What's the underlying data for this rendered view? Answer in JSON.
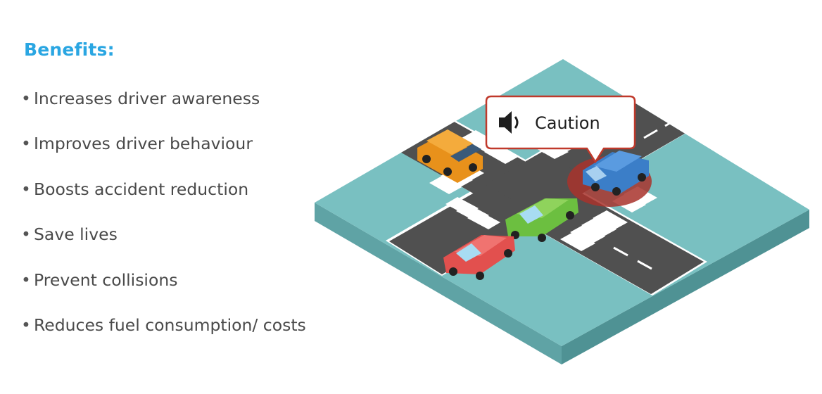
{
  "benefits": {
    "title": "Benefits:",
    "items": [
      "Increases driver awareness",
      "Improves driver behaviour",
      "Boosts accident reduction",
      "Save lives",
      "Prevent collisions",
      "Reduces fuel consumption/ costs"
    ]
  },
  "illustration": {
    "callout_text": "Caution",
    "callout_icon": "speaker-icon",
    "colors": {
      "accent": "#2aa6e2",
      "callout_border": "#c0392b",
      "ground": "#79c0c1",
      "road": "#505050"
    }
  }
}
